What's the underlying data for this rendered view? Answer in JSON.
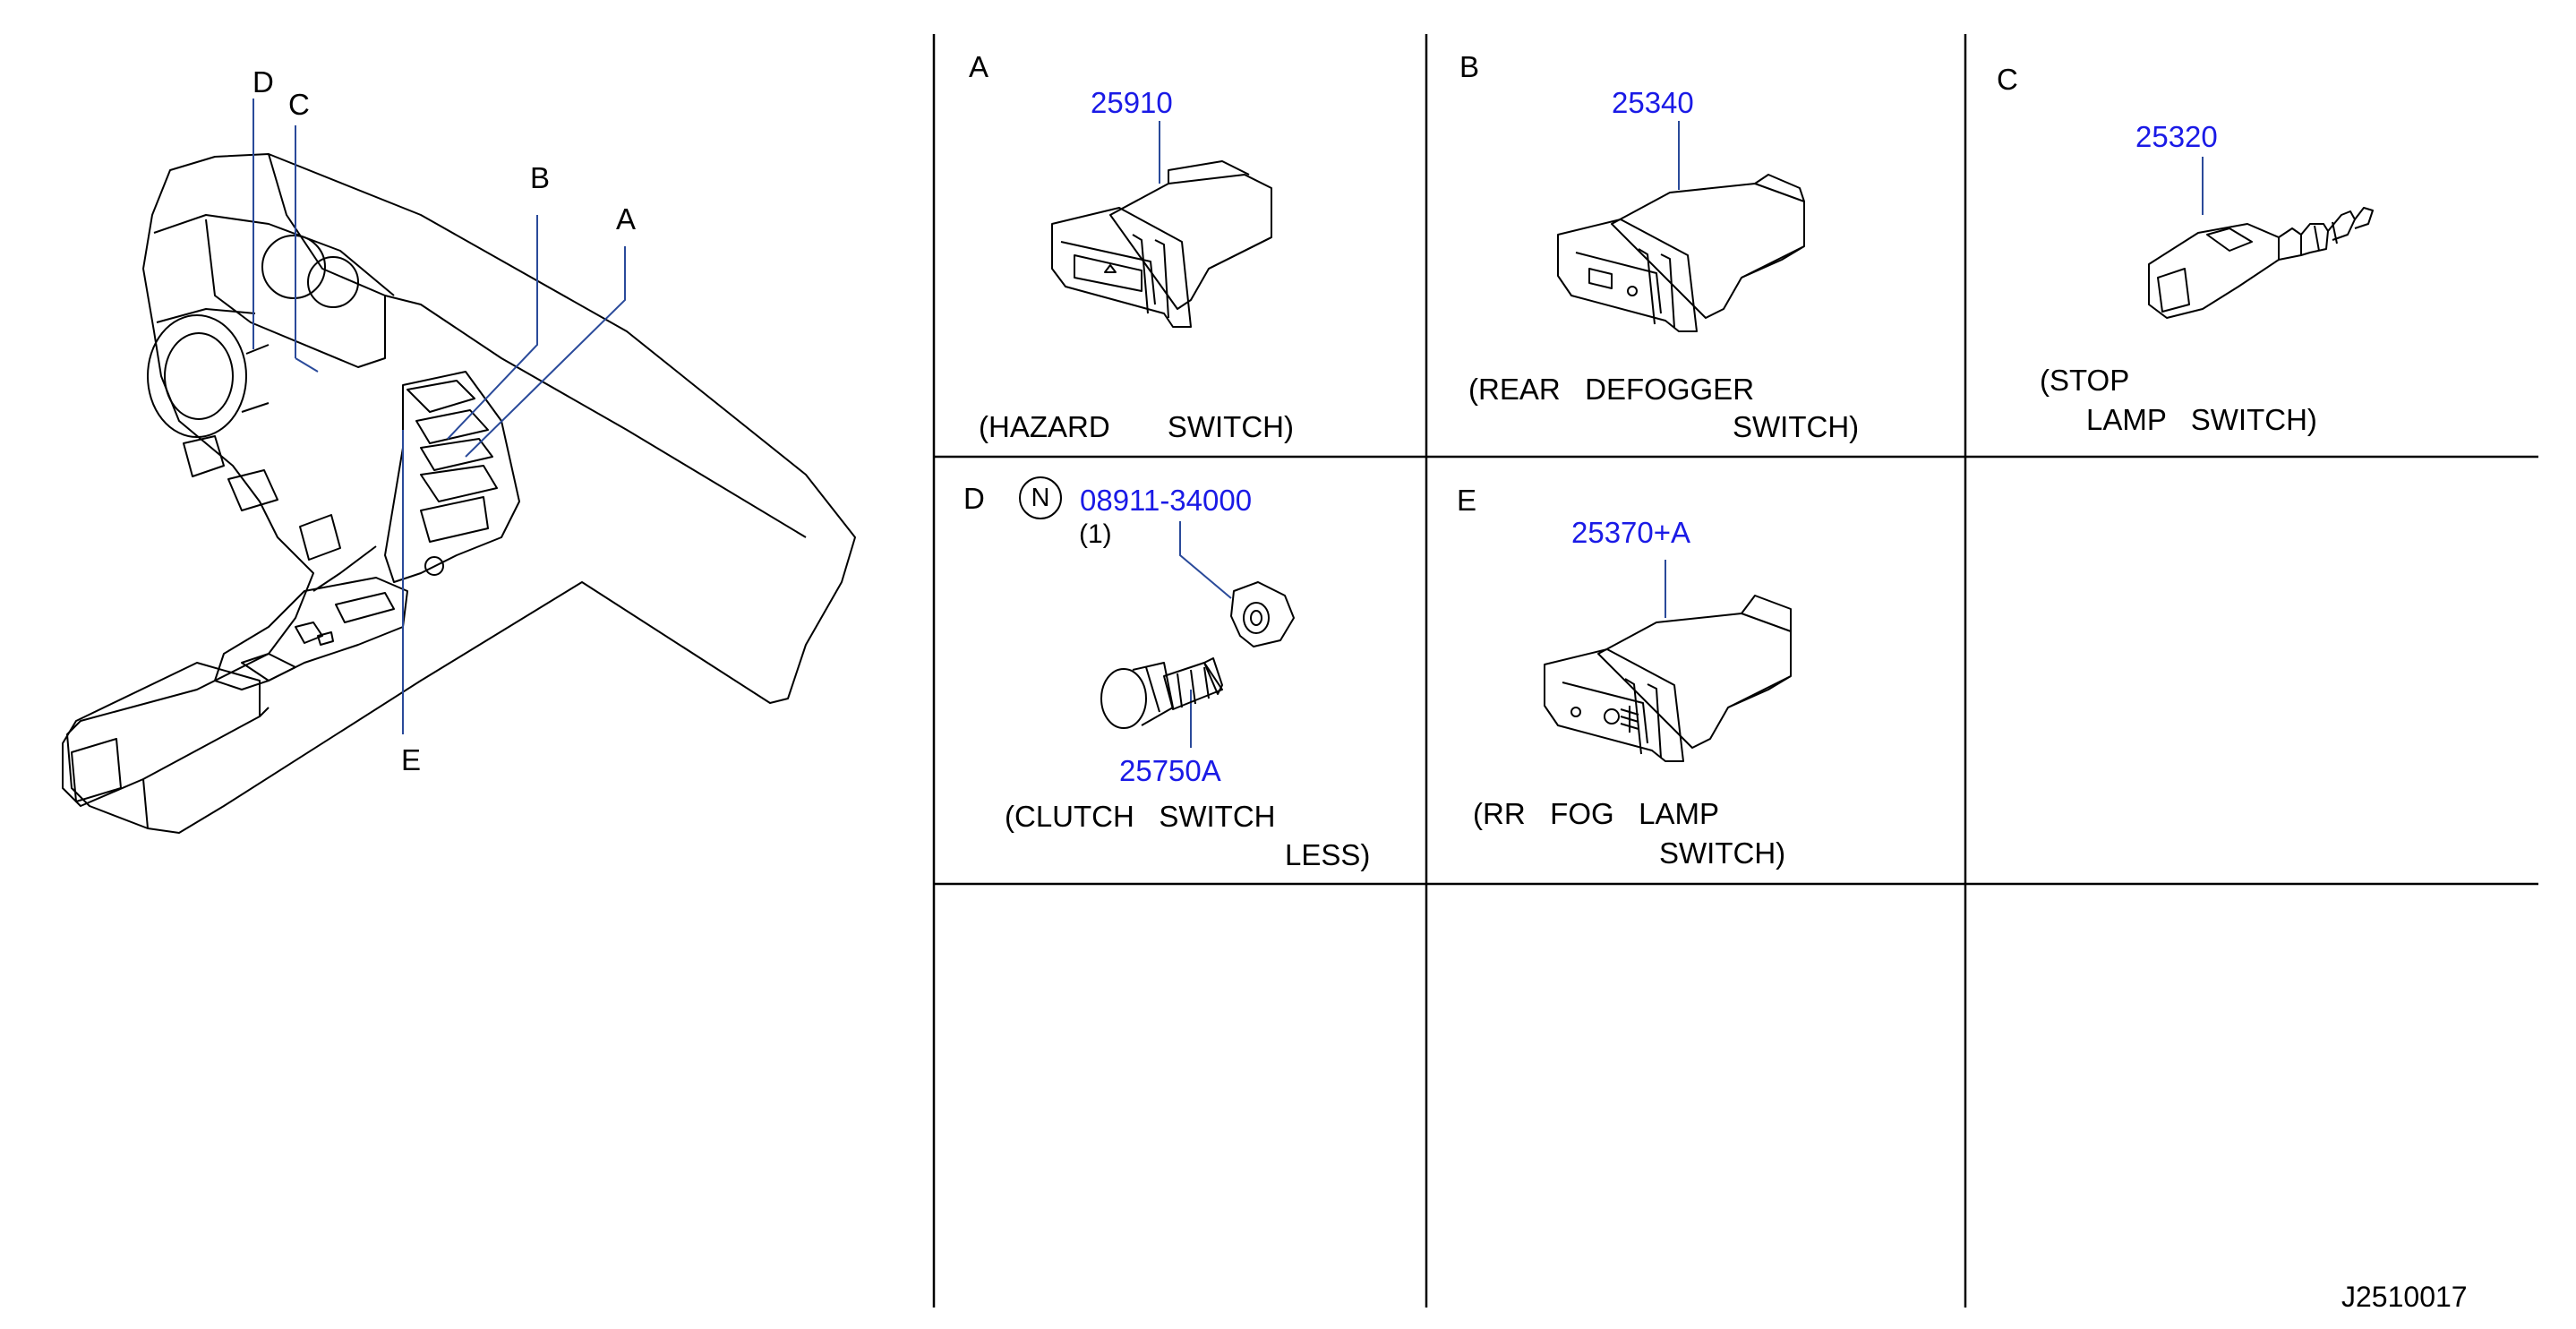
{
  "overview": {
    "callouts": [
      {
        "id": "D",
        "label": "D"
      },
      {
        "id": "C",
        "label": "C"
      },
      {
        "id": "B",
        "label": "B"
      },
      {
        "id": "A",
        "label": "A"
      },
      {
        "id": "E",
        "label": "E"
      }
    ]
  },
  "panels": [
    {
      "id": "A",
      "label": "A",
      "part_no": "25910",
      "title_lines": [
        "(HAZARD       SWITCH)"
      ]
    },
    {
      "id": "B",
      "label": "B",
      "part_no": "25340",
      "title_lines": [
        "(REAR   DEFOGGER",
        "SWITCH)"
      ]
    },
    {
      "id": "C",
      "label": "C",
      "part_no": "25320",
      "title_lines": [
        "(STOP",
        "LAMP   SWITCH)"
      ]
    },
    {
      "id": "D",
      "label": "D",
      "note_symbol": "N",
      "part_no": "08911-34000",
      "qty": "(1)",
      "part_no_2": "25750A",
      "title_lines": [
        "(CLUTCH   SWITCH",
        "LESS)"
      ]
    },
    {
      "id": "E",
      "label": "E",
      "part_no": "25370+A",
      "title_lines": [
        "(RR   FOG   LAMP",
        "SWITCH)"
      ]
    }
  ],
  "footer": {
    "diagram_code": "J2510017"
  },
  "colors": {
    "part_number": "#1a1ae6",
    "leader": "#2a4a9a",
    "line": "#000000"
  }
}
